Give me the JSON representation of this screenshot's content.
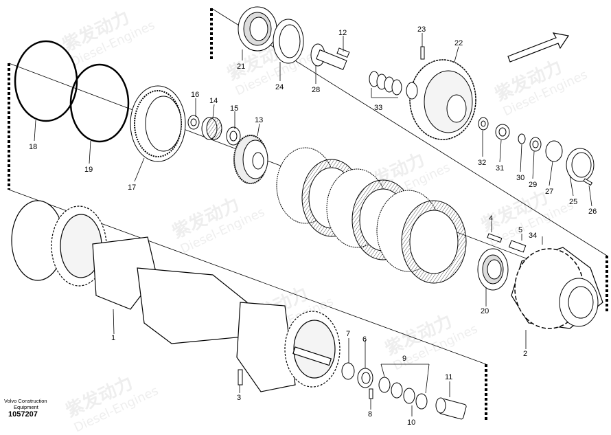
{
  "diagram": {
    "footer": {
      "company_line1": "Volvo Construction",
      "company_line2": "Equipment",
      "drawing_id": "1057207"
    },
    "watermark": {
      "cn": "紫发动力",
      "en": "Diesel-Engines"
    },
    "labels": {
      "l1": "1",
      "l2": "2",
      "l3": "3",
      "l4": "4",
      "l5": "5",
      "l6": "6",
      "l7": "7",
      "l8": "8",
      "l9": "9",
      "l10": "10",
      "l11": "11",
      "l12": "12",
      "l13": "13",
      "l14": "14",
      "l15": "15",
      "l16": "16",
      "l17": "17",
      "l18": "18",
      "l19": "19",
      "l20": "20",
      "l21": "21",
      "l22": "22",
      "l23": "23",
      "l24": "24",
      "l25": "25",
      "l26": "26",
      "l27": "27",
      "l28": "28",
      "l29": "29",
      "l30": "30",
      "l31": "31",
      "l32": "32",
      "l33": "33",
      "l34": "34"
    }
  }
}
